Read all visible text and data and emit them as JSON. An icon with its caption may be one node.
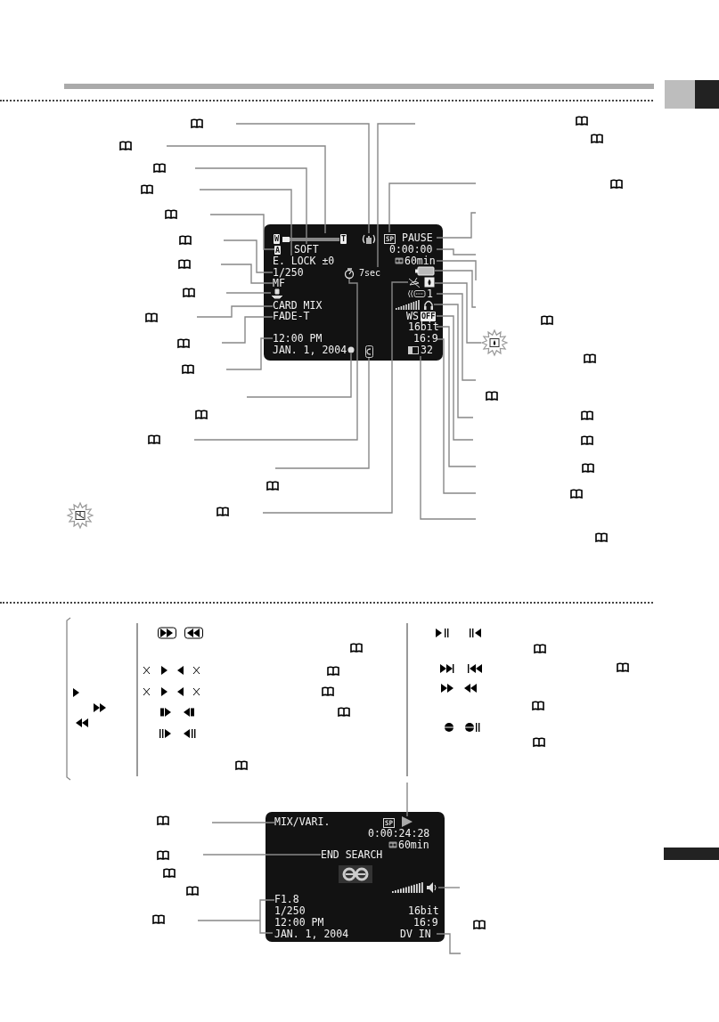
{
  "diagram": {
    "nodes": [
      {
        "text": [],
        "shape": "box"
      },
      {
        "text": [
          "W",
          "T"
        ],
        "in": 0
      },
      {
        "text": [],
        "shape": "hand",
        "in": 0
      },
      {
        "text": [
          "SP"
        ],
        "in": 0
      },
      {
        "text": [
          "PAUSE"
        ],
        "in": 0
      },
      {
        "text": [
          "A"
        ],
        "in": 0
      },
      {
        "text": [
          "SOFT"
        ],
        "in": 0
      },
      {
        "text": [
          "E. LOCK ±0"
        ],
        "in": 0
      },
      {
        "text": [
          "0:00:00"
        ],
        "in": 0
      },
      {
        "text": [
          "60min"
        ],
        "in": 0
      },
      {
        "text": [
          "7sec"
        ],
        "in": 0
      },
      {
        "text": [],
        "shape": "battery",
        "in": 0
      },
      {
        "text": [
          "1/250"
        ],
        "in": 0
      },
      {
        "text": [],
        "shape": "clock",
        "in": 0
      },
      {
        "text": [
          "MF"
        ],
        "in": 0
      },
      {
        "text": [],
        "shape": "dish",
        "in": 0
      },
      {
        "text": [],
        "shape": "drop",
        "in": 0
      },
      {
        "text": [],
        "shape": "lamp",
        "in": 0
      },
      {
        "text": [
          "1"
        ],
        "in": 0
      },
      {
        "text": [
          "CARD MIX"
        ],
        "in": 0
      },
      {
        "text": [],
        "shape": "headphones",
        "in": 0
      },
      {
        "text": [
          "FADE-T"
        ],
        "in": 0
      },
      {
        "text": [
          "WS",
          "OFF"
        ],
        "in": 0
      },
      {
        "text": [
          "16bit"
        ],
        "in": 0
      },
      {
        "text": [
          "12:00 PM",
          "JAN. 1, 2004"
        ],
        "in": 0
      },
      {
        "text": [
          "16:9"
        ],
        "in": 0
      },
      {
        "text": [],
        "shape": "circle",
        "in": 0
      },
      {
        "text": [],
        "shape": "badge",
        "in": 0
      },
      {
        "text": [
          "32"
        ],
        "in": 0
      },
      {
        "text": [],
        "shape": "star"
      },
      {
        "text": [],
        "shape": "box"
      },
      {
        "text": [
          "MIX/VARI."
        ],
        "in": 30
      },
      {
        "text": [
          "SP"
        ],
        "in": 30
      },
      {
        "text": [],
        "shape": "triangle",
        "in": 30
      },
      {
        "text": [
          "0:00:24:28"
        ],
        "in": 30
      },
      {
        "text": [
          "60min"
        ],
        "in": 30
      },
      {
        "text": [
          "END SEARCH"
        ],
        "in": 30
      },
      {
        "text": [],
        "shape": "speaker",
        "in": 30
      },
      {
        "text": [
          "F1.8",
          "1/250",
          "12:00 PM",
          "JAN. 1, 2004"
        ],
        "in": 30
      },
      {
        "text": [
          "16bit"
        ],
        "in": 30
      },
      {
        "text": [
          "16:9"
        ],
        "in": 30
      },
      {
        "text": [
          "DV IN"
        ],
        "in": 30
      }
    ],
    "edges": [
      {
        "from": null,
        "to": 2,
        "arrow": "none"
      },
      {
        "from": null,
        "to": 1,
        "arrow": "none"
      },
      {
        "from": null,
        "to": 6,
        "arrow": "none"
      },
      {
        "from": null,
        "to": 7,
        "arrow": "none"
      },
      {
        "from": null,
        "to": 5,
        "arrow": "none"
      },
      {
        "from": null,
        "to": 12,
        "arrow": "none"
      },
      {
        "from": null,
        "to": 14,
        "arrow": "none"
      },
      {
        "from": null,
        "to": 17,
        "arrow": "none"
      },
      {
        "from": null,
        "to": 19,
        "arrow": "none"
      },
      {
        "from": null,
        "to": 21,
        "arrow": "none"
      },
      {
        "from": null,
        "to": 24,
        "arrow": "none"
      },
      {
        "from": null,
        "to": 26,
        "arrow": "none"
      },
      {
        "from": null,
        "to": 13,
        "arrow": "none"
      },
      {
        "from": null,
        "to": 27,
        "arrow": "none"
      },
      {
        "from": null,
        "to": 15,
        "arrow": "none"
      },
      {
        "from": null,
        "to": 10,
        "arrow": "none"
      },
      {
        "from": null,
        "to": 3,
        "arrow": "none"
      },
      {
        "from": null,
        "to": 4,
        "arrow": "none"
      },
      {
        "from": null,
        "to": 8,
        "arrow": "none"
      },
      {
        "from": null,
        "to": 9,
        "arrow": "none"
      },
      {
        "from": null,
        "to": 11,
        "arrow": "none"
      },
      {
        "from": 29,
        "to": 16,
        "arrow": "none"
      },
      {
        "from": null,
        "to": 18,
        "arrow": "none"
      },
      {
        "from": null,
        "to": 20,
        "arrow": "none"
      },
      {
        "from": null,
        "to": 22,
        "arrow": "none"
      },
      {
        "from": null,
        "to": 23,
        "arrow": "none"
      },
      {
        "from": null,
        "to": 25,
        "arrow": "none"
      },
      {
        "from": null,
        "to": 28,
        "arrow": "none"
      },
      {
        "from": null,
        "to": 33,
        "arrow": "none"
      },
      {
        "from": null,
        "to": 31,
        "arrow": "none"
      },
      {
        "from": null,
        "to": 36,
        "arrow": "none"
      },
      {
        "from": null,
        "to": 37,
        "arrow": "none"
      },
      {
        "from": null,
        "to": 38,
        "arrow": "none"
      },
      {
        "from": null,
        "to": 41,
        "arrow": "none"
      }
    ]
  }
}
